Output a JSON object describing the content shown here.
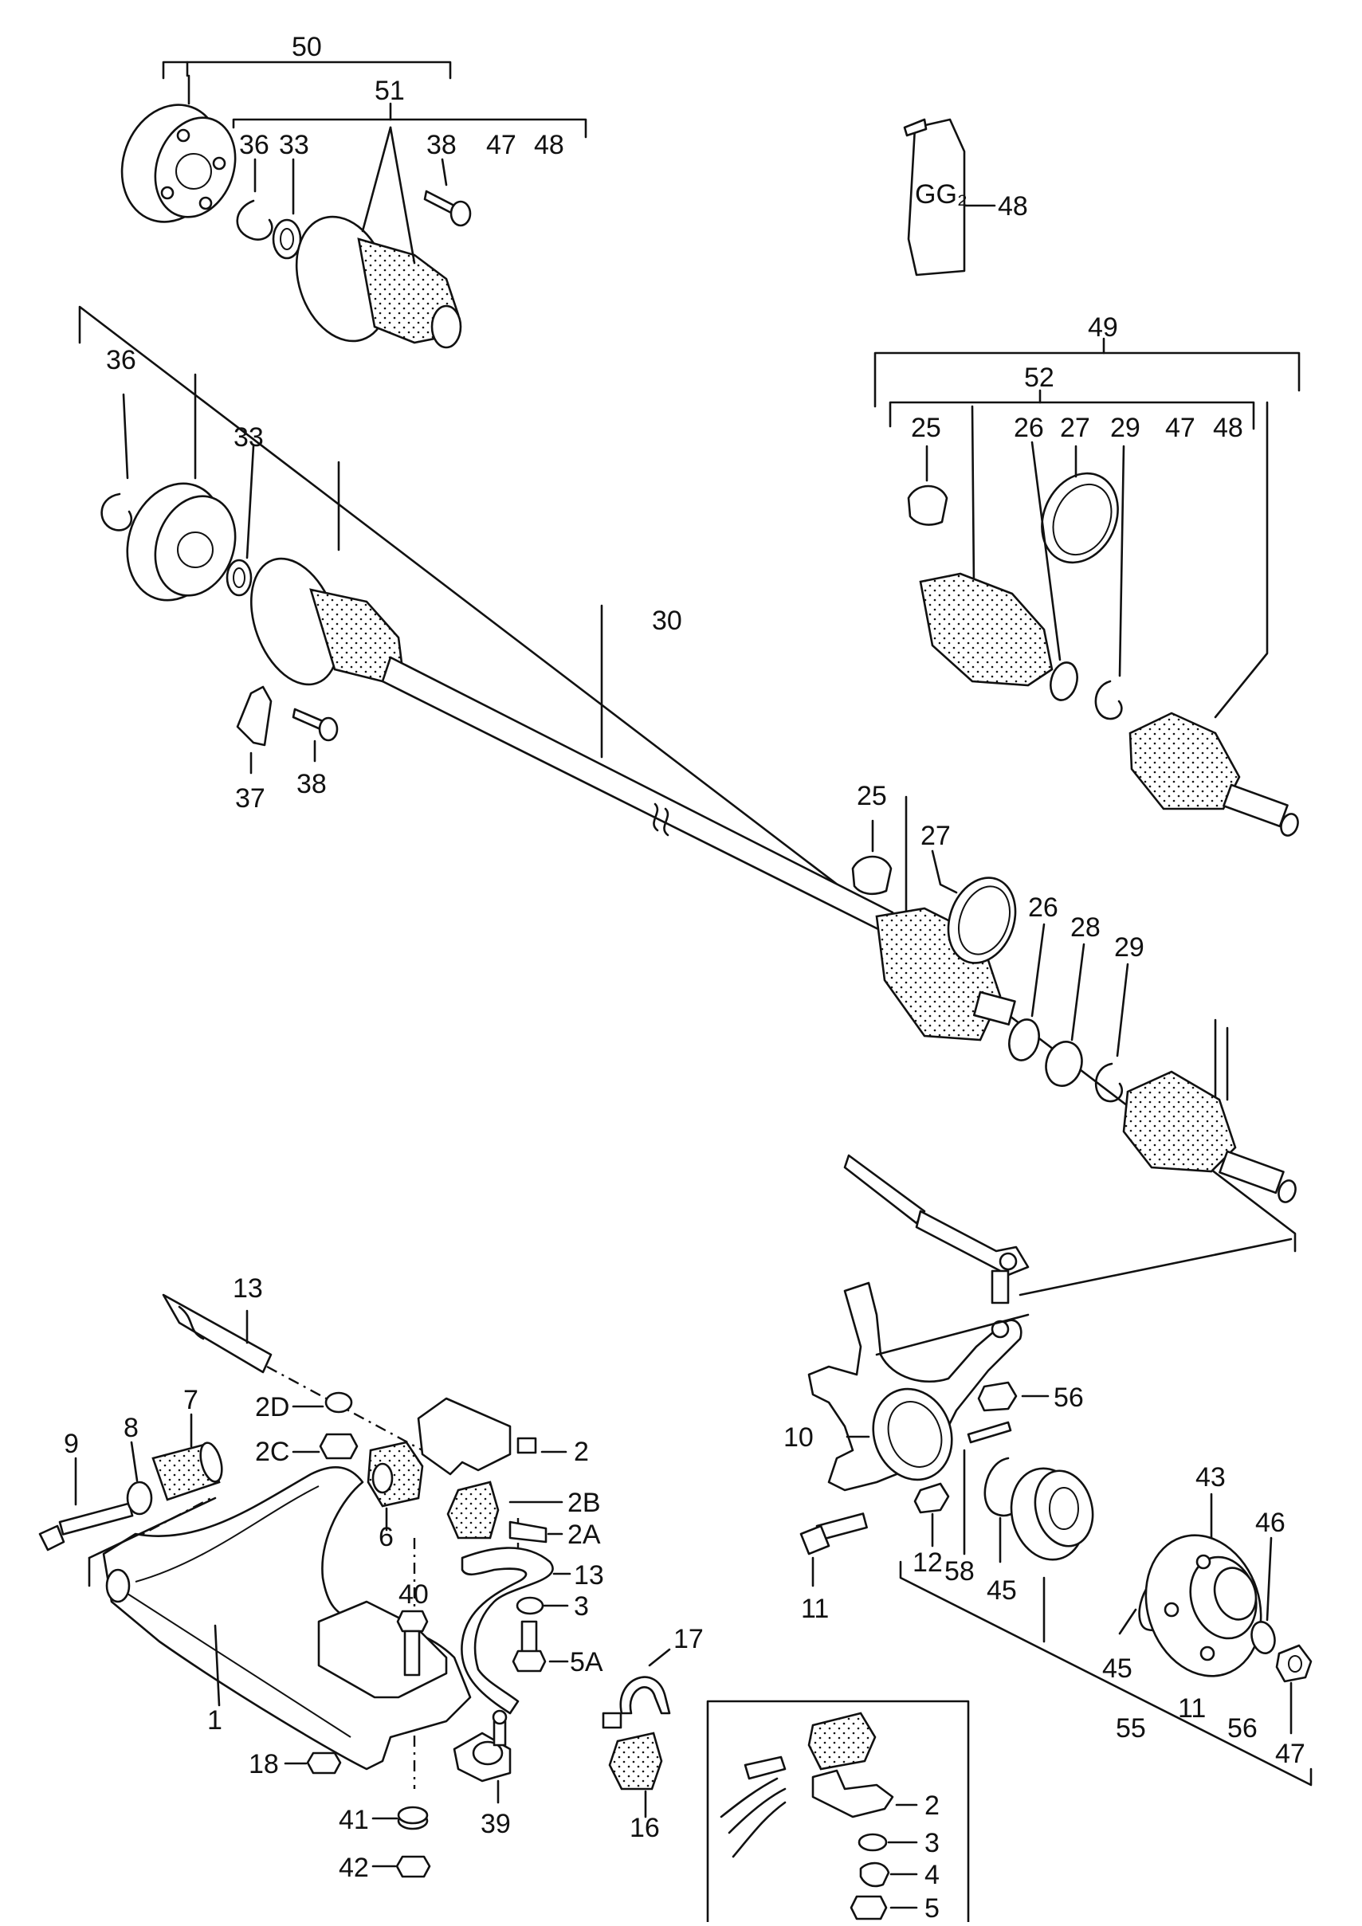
{
  "diagram": {
    "labels": {
      "l50": "50",
      "l51": "51",
      "l36a": "36",
      "l33a": "33",
      "l38a": "38",
      "l47a": "47",
      "l48a": "48",
      "l48b": "48",
      "l36b": "36",
      "l33b": "33",
      "l37": "37",
      "l38b": "38",
      "l30": "30",
      "l49": "49",
      "l52": "52",
      "l25a": "25",
      "l26a": "26",
      "l27a": "27",
      "l29a": "29",
      "l47b": "47",
      "l48c": "48",
      "l25b": "25",
      "l27b": "27",
      "l26b": "26",
      "l28": "28",
      "l29b": "29",
      "l13a": "13",
      "l2D": "2D",
      "l2C": "2C",
      "l2a": "2",
      "l2B": "2B",
      "l2A": "2A",
      "l13b": "13",
      "l3a": "3",
      "l5A": "5A",
      "l17": "17",
      "l9": "9",
      "l8": "8",
      "l7": "7",
      "l6": "6",
      "l40": "40",
      "l1": "1",
      "l18": "18",
      "l41": "41",
      "l42": "42",
      "l39": "39",
      "l16": "16",
      "l2b": "2",
      "l3b": "3",
      "l4": "4",
      "l5": "5",
      "l56a": "56",
      "l10": "10",
      "l11a": "11",
      "l12": "12",
      "l58": "58",
      "l45a": "45",
      "l43": "43",
      "l46": "46",
      "l45b": "45",
      "l55": "55",
      "l11b": "11",
      "l56b": "56",
      "l47c": "47"
    },
    "tube_marking": "GG₂"
  }
}
